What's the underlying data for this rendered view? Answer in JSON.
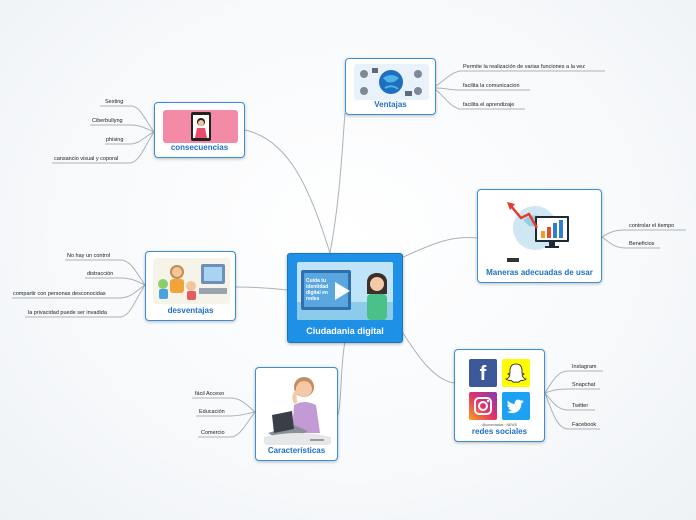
{
  "central": {
    "label": "Ciudadania digital",
    "slide_text": "Cuida tu identidad digital en redes"
  },
  "topics": {
    "ventajas": {
      "label": "Ventajas",
      "leaves": [
        "Permite la realización de varias funciones a la vez",
        "facilita la comunicacion",
        "facilita el aprendizaje"
      ]
    },
    "consecuencias": {
      "label": "consecuencias",
      "leaves": [
        "Sexting",
        "Ciberbullyng",
        "phising",
        "cansancio visual y coporal"
      ]
    },
    "maneras": {
      "label": "Maneras adecuadas de usar",
      "leaves": [
        "controlar el tiempo",
        "Beneficios"
      ]
    },
    "desventajas": {
      "label": "desventajas",
      "leaves": [
        "No hay un control",
        "distracción",
        "compartir con personas desconocidas",
        "la privacidad puede ser invadida"
      ]
    },
    "redes": {
      "label": "redes sociales",
      "leaves": [
        "Instagram",
        "Snapchat",
        "Twitter",
        "Facebook"
      ],
      "caption": "@conectados · NEWS"
    },
    "caracteristicas": {
      "label": "Características",
      "leaves": [
        "fácil Acceso",
        "Educación",
        "Comercio"
      ]
    }
  },
  "colors": {
    "link": "#a9b3bc",
    "node_border": "#3a8fd9",
    "label": "#1f6fc5",
    "central_bg": "#1e90e6",
    "facebook": "#3b5998",
    "snapchat": "#fffc00",
    "instagram": "#c13584",
    "twitter": "#1da1f2"
  }
}
